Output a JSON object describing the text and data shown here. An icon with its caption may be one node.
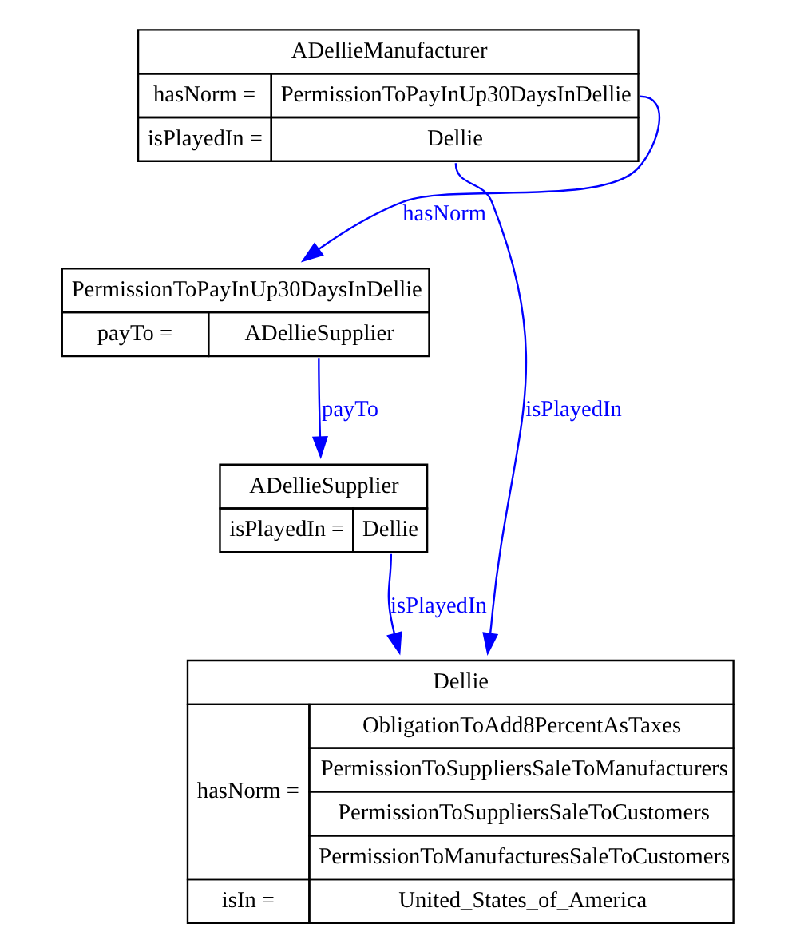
{
  "diagram": {
    "nodes": [
      {
        "text": [
          "ADellieManufacturer",
          "hasNorm =",
          "PermissionToPayInUp30DaysInDellie",
          "isPlayedIn =",
          "Dellie"
        ]
      },
      {
        "text": [
          "PermissionToPayInUp30DaysInDellie",
          "payTo =",
          "ADellieSupplier"
        ]
      },
      {
        "text": [
          "ADellieSupplier",
          "isPlayedIn =",
          "Dellie"
        ]
      },
      {
        "text": [
          "Dellie",
          "hasNorm =",
          "ObligationToAdd8PercentAsTaxes",
          "PermissionToSuppliersSaleToManufacturers",
          "PermissionToSuppliersSaleToCustomers",
          "PermissionToManufacturesSaleToCustomers",
          "isIn =",
          "United_States_of_America"
        ]
      }
    ],
    "edges": [
      {
        "from": 0,
        "to": 1,
        "arrow": "to",
        "label": "hasNorm",
        "color": "#0000ff"
      },
      {
        "from": 0,
        "to": 3,
        "arrow": "to",
        "label": "isPlayedIn",
        "color": "#0000ff"
      },
      {
        "from": 1,
        "to": 2,
        "arrow": "to",
        "label": "payTo",
        "color": "#0000ff"
      },
      {
        "from": 2,
        "to": 3,
        "arrow": "to",
        "label": "isPlayedIn",
        "color": "#0000ff"
      }
    ]
  }
}
